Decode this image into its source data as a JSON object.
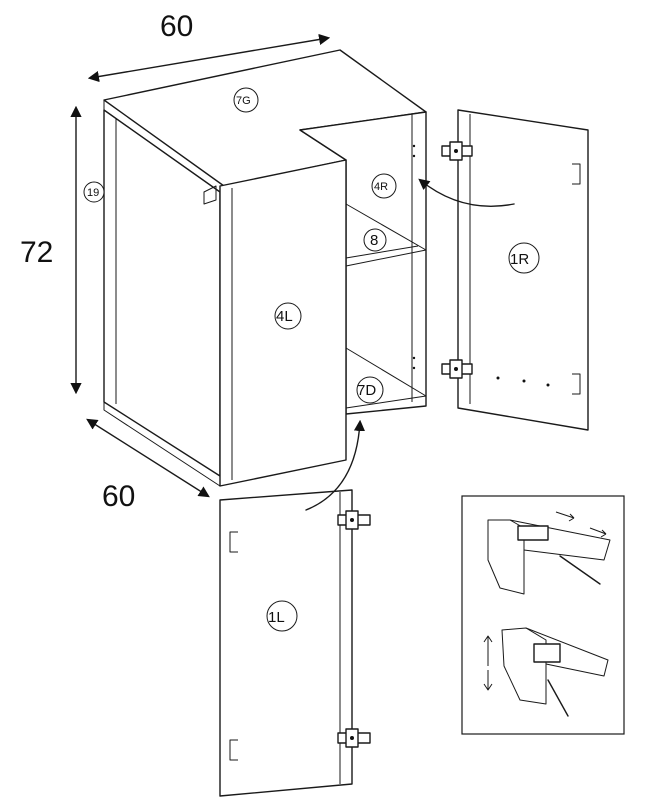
{
  "dimensions": {
    "width": "60",
    "height": "72",
    "depth": "60"
  },
  "part_labels": {
    "top": "7G",
    "side": "19",
    "inner_right_side": "4R",
    "shelf": "8",
    "left_side_front": "4L",
    "bottom": "7D",
    "right_door": "1R",
    "left_door": "1L"
  },
  "icons": {
    "hinge": "hinge-icon",
    "arrow": "curved-arrow-icon",
    "screwdriver": "screwdriver-icon"
  }
}
